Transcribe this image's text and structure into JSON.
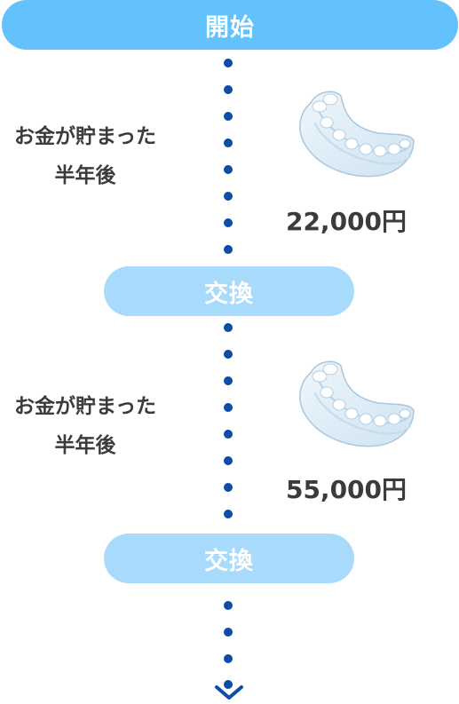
{
  "start": {
    "label": "開始"
  },
  "steps": [
    {
      "line1": "お金が貯まった",
      "line2": "半年後",
      "price": "22,000円",
      "icon": "aligner-tray-icon"
    },
    {
      "line1": "お金が貯まった",
      "line2": "半年後",
      "price": "55,000円",
      "icon": "aligner-tray-icon"
    }
  ],
  "swap": [
    {
      "label": "交換"
    },
    {
      "label": "交換"
    }
  ],
  "colors": {
    "start_pill": "#63c2fb",
    "swap_pill": "#a8dafb",
    "dot": "#0d4da7",
    "text": "#3b3b3b"
  },
  "end_icon": "chevron-down-icon"
}
